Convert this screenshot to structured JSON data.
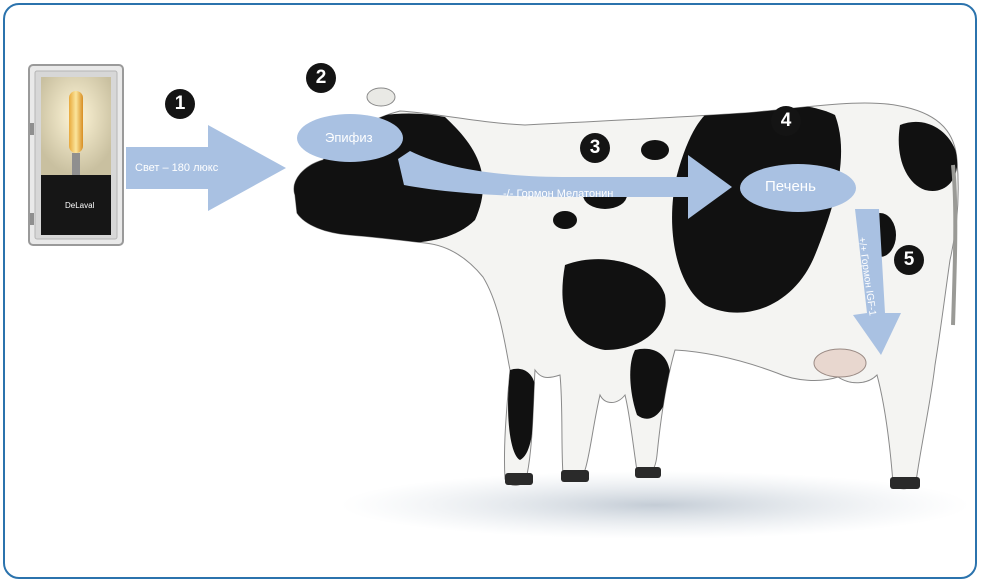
{
  "lamp": {
    "brand": "DeLaval"
  },
  "steps": {
    "s1": {
      "number": "1",
      "label": "Свет – 180 люкс"
    },
    "s2": {
      "number": "2",
      "label": "Эпифиз"
    },
    "s3": {
      "number": "3",
      "label": "-/- Гормон Мелатонин"
    },
    "s4": {
      "number": "4",
      "label": "Печень"
    },
    "s5": {
      "number": "5",
      "label": "+/+ Гормон IGF-1"
    }
  },
  "colors": {
    "border": "#2b73ad",
    "arrow": "#a9c1e2",
    "badge": "#141414",
    "text_on_arrow": "#ffffff"
  },
  "icons": {
    "lamp": "lamp-icon",
    "cow": "cow-illustration"
  }
}
